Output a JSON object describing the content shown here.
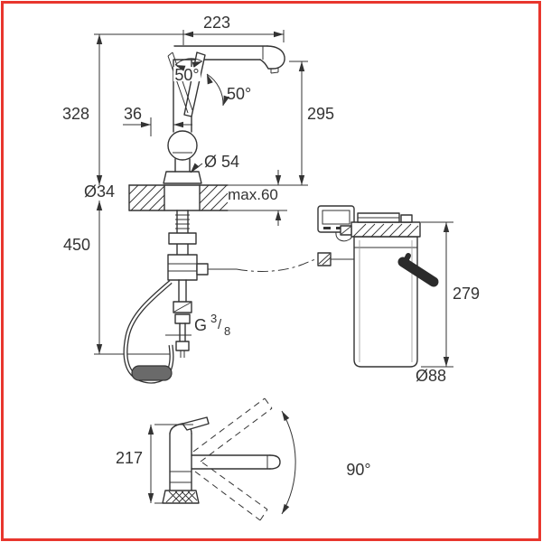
{
  "colors": {
    "background": "#ffffff",
    "line": "#333333",
    "border": "#e8362d"
  },
  "side_view": {
    "spout_reach": "223",
    "height": "328",
    "spout_height": "295",
    "lever_angle": "50°",
    "lever_swing": "50°",
    "lever_offset": "36",
    "base_diameter": "Ø 54"
  },
  "installation": {
    "hole_diameter": "Ø34",
    "max_thickness": "max.60",
    "clearance_below": "450",
    "thread": {
      "letter": "G",
      "numerator": "3",
      "slash": "/",
      "denominator": "8"
    }
  },
  "boiler": {
    "height": "279",
    "diameter": "Ø88"
  },
  "front_view": {
    "height": "217",
    "swivel_angle": "90°"
  }
}
